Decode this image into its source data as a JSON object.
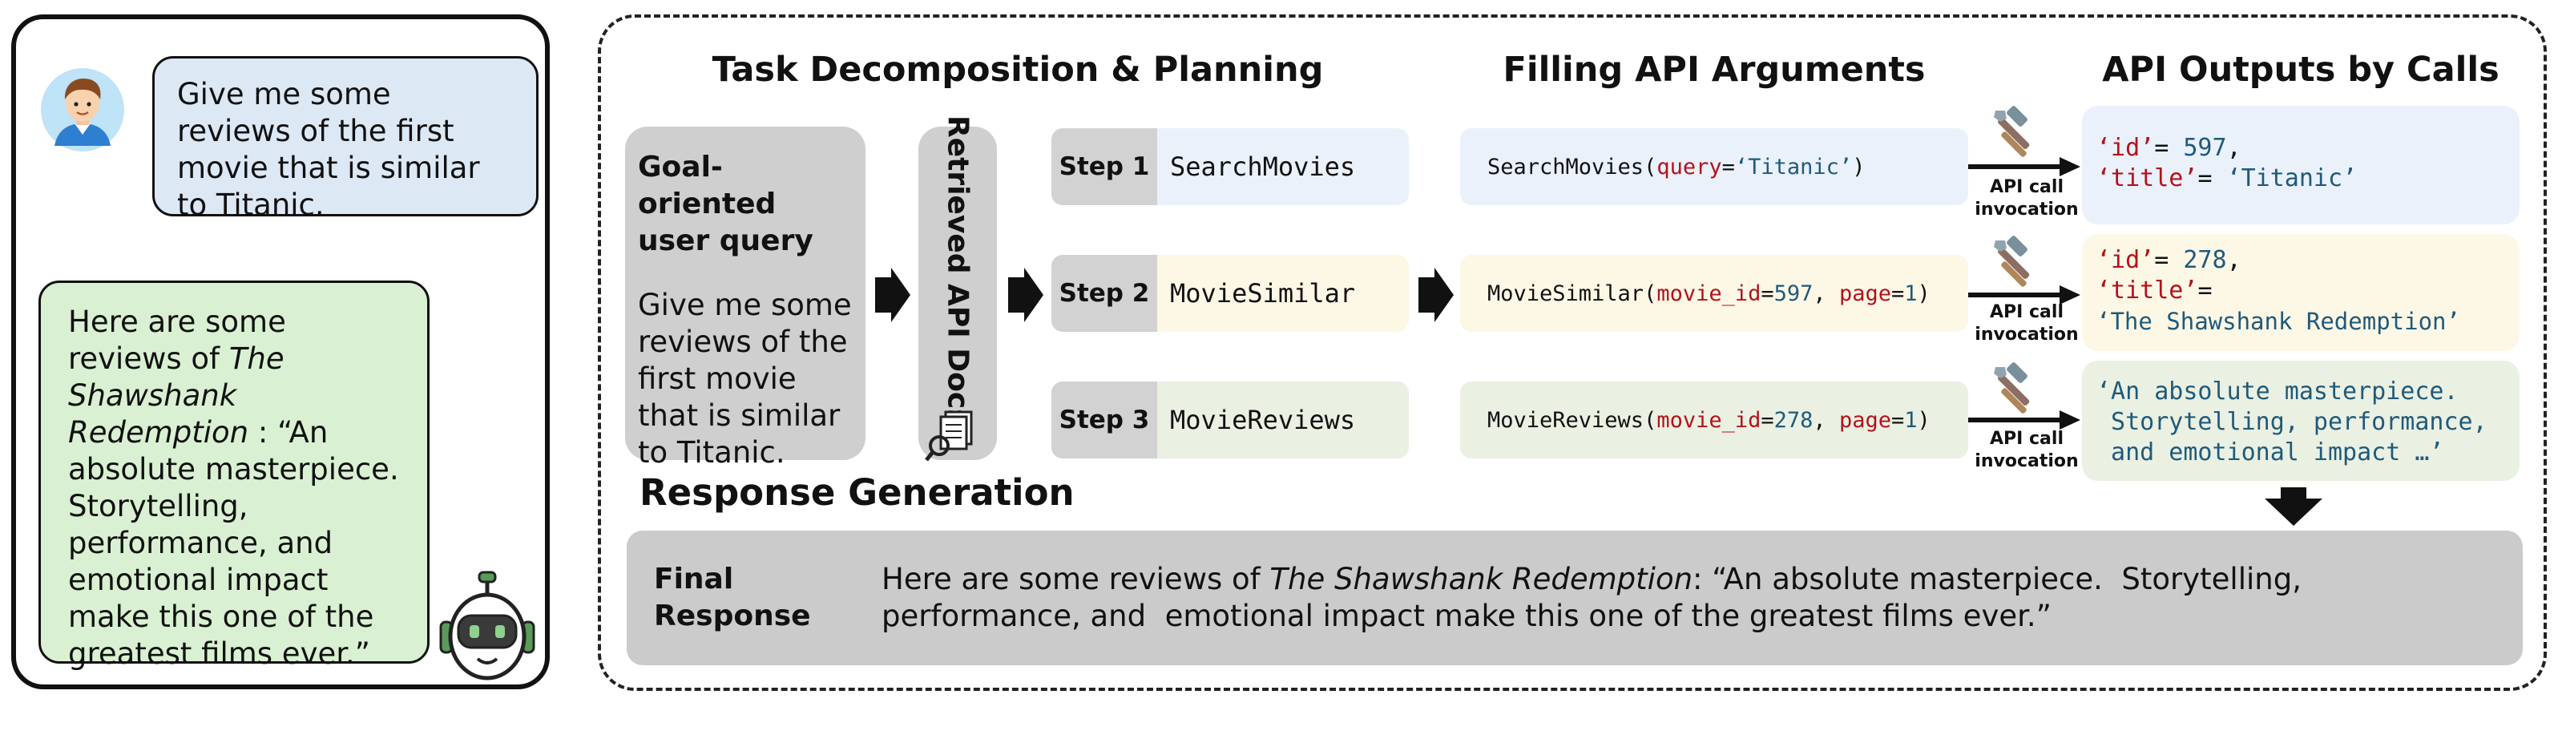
{
  "chat": {
    "user_message": "Give me some reviews of the first movie that is similar to Titanic.",
    "bot_prefix": "Here are some reviews of ",
    "bot_movie": "The Shawshank Redemption",
    "bot_suffix": " : “An absolute masterpiece. Storytelling, performance, and emotional impact make this one of the greatest films ever.”"
  },
  "headers": {
    "planning": "Task Decomposition & Planning",
    "arguments": "Filling API Arguments",
    "outputs": "API Outputs by Calls",
    "response": "Response Generation"
  },
  "goal": {
    "heading": "Goal-oriented user query",
    "text": "Give me some reviews of the first movie that is similar to Titanic."
  },
  "docs_label": "Retrieved API Docs",
  "steps": [
    {
      "label": "Step 1",
      "api": "SearchMovies"
    },
    {
      "label": "Step 2",
      "api": "MovieSimilar"
    },
    {
      "label": "Step 3",
      "api": "MovieReviews"
    }
  ],
  "calls": [
    {
      "fn": "SearchMovies(",
      "p1": "query",
      "eq1": "=",
      "v1": "‘Titanic’",
      "close": ")"
    },
    {
      "fn": "MovieSimilar(",
      "p1": "movie_id",
      "eq1": "=",
      "v1": "597",
      "sep": ", ",
      "p2": "page",
      "eq2": "=",
      "v2": "1",
      "close": ")"
    },
    {
      "fn": "MovieReviews(",
      "p1": "movie_id",
      "eq1": "=",
      "v1": "278",
      "sep": ", ",
      "p2": "page",
      "eq2": "=",
      "v2": "1",
      "close": ")"
    }
  ],
  "invocation_label": "API call invocation",
  "outputs": [
    {
      "k1": "‘id’",
      "e1": "= ",
      "v1": "597",
      "c1": ",",
      "k2": "‘title’",
      "e2": "= ",
      "v2": "‘Titanic’"
    },
    {
      "k1": "‘id’",
      "e1": "= ",
      "v1": "278",
      "c1": ",",
      "k2": "‘title’",
      "e2": "=",
      "v2": "‘The Shawshank Redemption’"
    },
    {
      "line1": "‘An absolute masterpiece.",
      "line2": " Storytelling, performance,",
      "line3": " and emotional impact …’"
    }
  ],
  "final": {
    "label": "Final Response",
    "prefix": "Here are some reviews of ",
    "movie": "The Shawshank Redemption",
    "suffix": ": “An absolute masterpiece.  Storytelling, performance, and  emotional impact make this one of the greatest films ever.”"
  },
  "colors": {
    "user_bubble": "#dde8f5",
    "bot_bubble": "#d9f1d2",
    "step1": "#eaf1fb",
    "step2": "#fdf7e6",
    "step3": "#eaf0e2",
    "keyword": "#b3121b",
    "value": "#1f5a7a"
  }
}
